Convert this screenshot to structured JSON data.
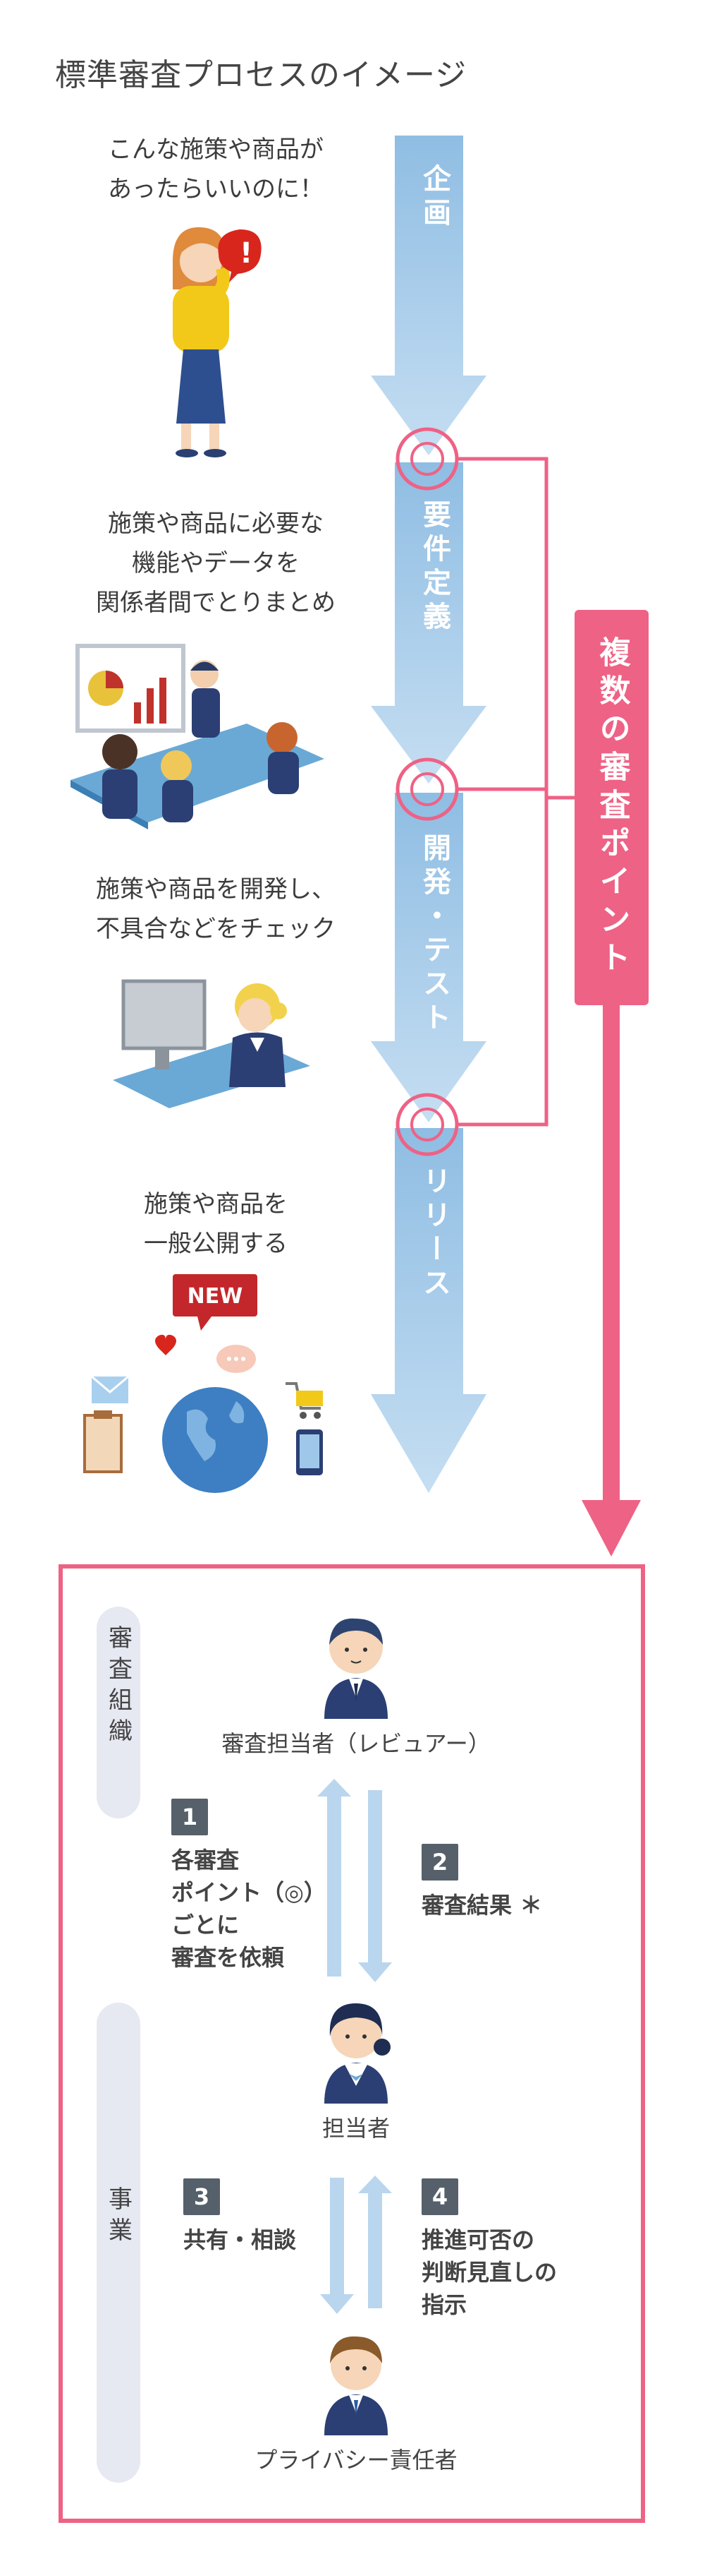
{
  "title": "標準審査プロセスのイメージ",
  "stages": [
    {
      "caption_lines": [
        "こんな施策や商品が",
        "あったらいいのに！"
      ],
      "phase": "企画"
    },
    {
      "caption_lines": [
        "施策や商品に必要な",
        "機能やデータを",
        "関係者間でとりまとめ"
      ],
      "phase": "要件定義"
    },
    {
      "caption_lines": [
        "施策や商品を開発し、",
        "不具合などをチェック"
      ],
      "phase": "開発・テスト"
    },
    {
      "caption_lines": [
        "施策や商品を",
        "一般公開する"
      ],
      "phase": "リリース"
    }
  ],
  "review_points_label": "複数の審査ポイント",
  "new_badge": "NEW",
  "org_labels": {
    "review": "審査組織",
    "business": "事業"
  },
  "roles": {
    "reviewer": "審査担当者（レビュアー）",
    "staff": "担当者",
    "privacy_officer": "プライバシー責任者"
  },
  "steps": [
    {
      "num": "1",
      "lines": [
        "各審査",
        "ポイント（◎）",
        "ごとに",
        "審査を依頼"
      ]
    },
    {
      "num": "2",
      "lines": [
        "審査結果 ＊"
      ]
    },
    {
      "num": "3",
      "lines": [
        "共有・相談"
      ]
    },
    {
      "num": "4",
      "lines": [
        "推進可否の",
        "判断見直しの",
        "指示"
      ]
    }
  ],
  "colors": {
    "accent_pink": "#ee6285",
    "flow_blue": "#a9cde9",
    "arrow_blue": "#b9d6ee",
    "navy": "#2b3f74"
  }
}
